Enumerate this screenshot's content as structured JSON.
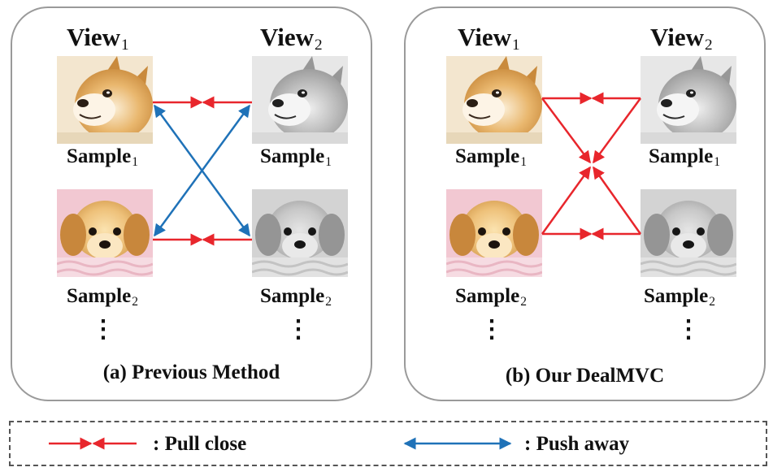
{
  "panels": [
    {
      "caption": "(a) Previous Method",
      "view1": {
        "text": "View",
        "sub": "1"
      },
      "view2": {
        "text": "View",
        "sub": "2"
      },
      "samples": [
        {
          "text": "Sample",
          "sub": "1"
        },
        {
          "text": "Sample",
          "sub": "1"
        },
        {
          "text": "Sample",
          "sub": "2"
        },
        {
          "text": "Sample",
          "sub": "2"
        }
      ],
      "ellipsis": "⋮"
    },
    {
      "caption": "(b) Our DealMVC",
      "view1": {
        "text": "View",
        "sub": "1"
      },
      "view2": {
        "text": "View",
        "sub": "2"
      },
      "samples": [
        {
          "text": "Sample",
          "sub": "1"
        },
        {
          "text": "Sample",
          "sub": "1"
        },
        {
          "text": "Sample",
          "sub": "2"
        },
        {
          "text": "Sample",
          "sub": "2"
        }
      ],
      "ellipsis": "⋮"
    }
  ],
  "legend": {
    "pull": ": Pull close",
    "push": ": Push away"
  },
  "colors": {
    "pull": "#e8262c",
    "push": "#1f72b8",
    "border": "#9a9a9a"
  },
  "images": {
    "doge_color": "doge-photo-color",
    "doge_gray": "doge-photo-grayscale",
    "puppy_color": "puppy-photo-color",
    "puppy_gray": "puppy-photo-grayscale"
  }
}
